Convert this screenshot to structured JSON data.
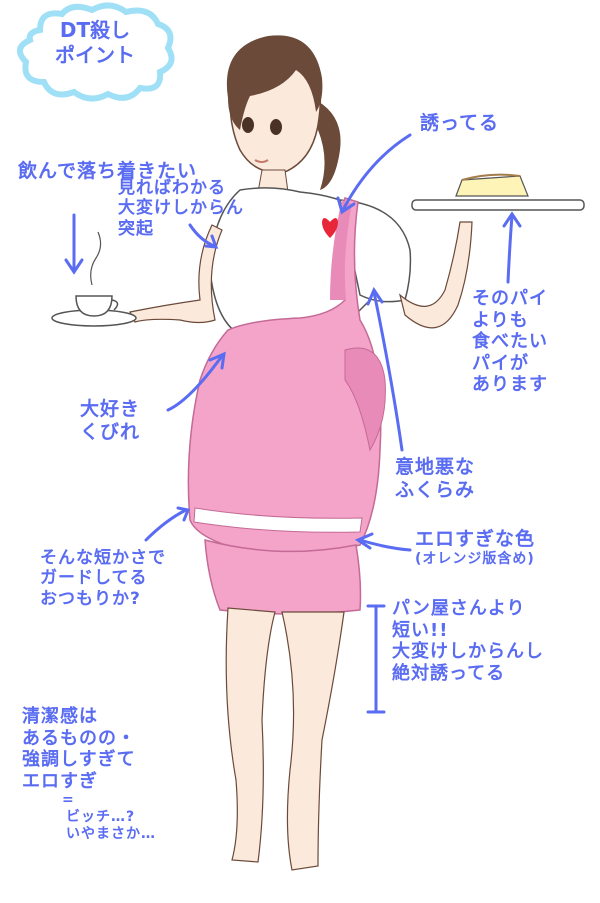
{
  "badge": {
    "lines": [
      "DT殺し",
      "ポイント"
    ]
  },
  "annotations": {
    "drink": [
      "飲んで落ち着きたい"
    ],
    "bust": [
      "見ればわかる",
      "大変けしからん",
      "突起"
    ],
    "chest": [
      "誘ってる"
    ],
    "pie": [
      "そのパイ",
      "よりも",
      "食べたい",
      "パイが",
      "あります"
    ],
    "waist": [
      "大好き",
      "くびれ"
    ],
    "back": [
      "意地悪な",
      "ふくらみ"
    ],
    "color": [
      "エロすぎな色",
      "(オレンジ版含め)"
    ],
    "skirt": [
      "そんな短かさで",
      "ガードしてる",
      "おつもりか?"
    ],
    "length": [
      "パン屋さんより",
      "短い!!",
      "大変けしからんし",
      "絶対誘ってる"
    ],
    "clean": [
      "清潔感は",
      "あるものの・",
      "強調しすぎて",
      "エロすぎ",
      "=",
      "ビッチ…?",
      "いやまさか…"
    ]
  },
  "colors": {
    "ink": "#5a6cf2",
    "apron": "#f4a3c9",
    "apron_shadow": "#e88bb8",
    "skin": "#fbe9dc",
    "hair": "#6b4a3a",
    "heart": "#e8263a",
    "cloud": "#9fe0f7"
  }
}
